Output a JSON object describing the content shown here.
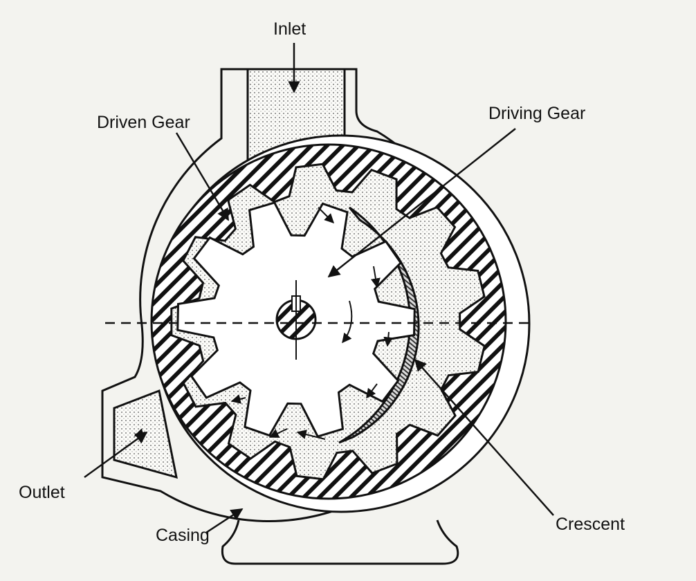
{
  "title": "Internal gear pump",
  "labels": {
    "inlet": "Inlet",
    "driven_gear": "Driven Gear",
    "driving_gear": "Driving Gear",
    "outlet": "Outlet",
    "casing": "Casing",
    "crescent": "Crescent"
  },
  "gears": {
    "driving_teeth": 10,
    "driven_teeth": 13
  },
  "colors": {
    "ink": "#111111",
    "paper": "#f3f3ef"
  }
}
